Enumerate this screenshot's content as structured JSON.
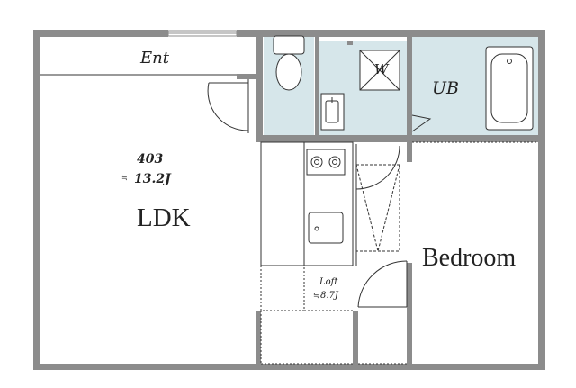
{
  "plan": {
    "unit_number": "403",
    "rooms": {
      "ldk": {
        "label": "LDK",
        "area": "13.2J",
        "area_prefix": "≒"
      },
      "entrance": {
        "label": "Ent"
      },
      "washroom": {
        "label": "W"
      },
      "bath": {
        "label": "UB"
      },
      "bedroom": {
        "label": "Bedroom"
      },
      "loft": {
        "label": "Loft",
        "area": "8.7J",
        "area_prefix": "≒"
      }
    },
    "colors": {
      "wall": "#8c8c8c",
      "wet_area": "#d6e6ea",
      "line": "#333333"
    }
  }
}
